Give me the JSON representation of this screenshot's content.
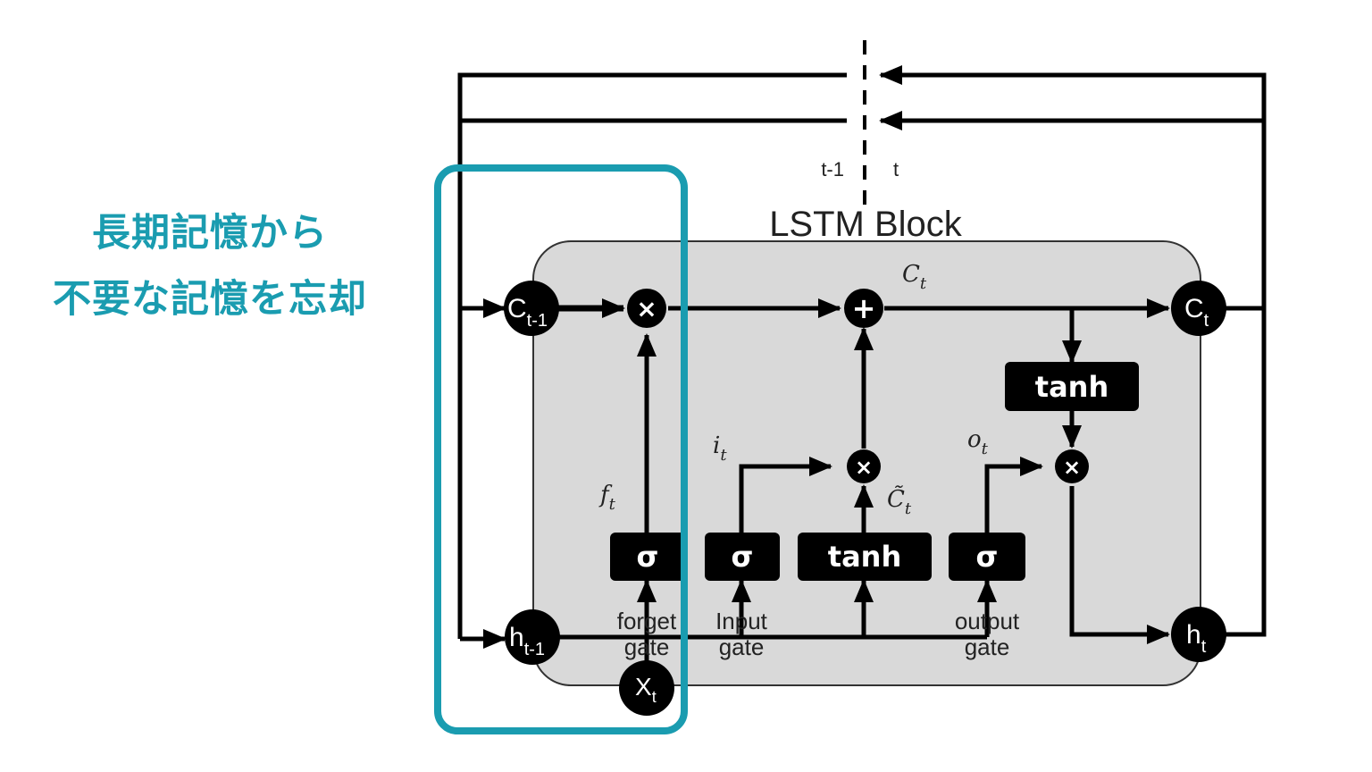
{
  "caption": {
    "line1": "長期記憶から",
    "line2": "不要な記憶を忘却",
    "color": "#1a9cb0"
  },
  "diagram": {
    "block_title": "LSTM Block",
    "time_prev": "t-1",
    "time_curr": "t",
    "ops": {
      "multiply": "×",
      "add": "+"
    },
    "boxes": {
      "sigma_forget": "σ",
      "sigma_input": "σ",
      "tanh_candidate": "tanh",
      "sigma_output": "σ",
      "tanh_cell": "tanh"
    },
    "gate_labels": {
      "forget": [
        "forget",
        "gate"
      ],
      "input": [
        "Input",
        "gate"
      ],
      "output": [
        "output",
        "gate"
      ]
    },
    "nodes": {
      "c_prev": {
        "base": "C",
        "sub": "t-1"
      },
      "h_prev": {
        "base": "h",
        "sub": "t-1"
      },
      "x_t": {
        "base": "X",
        "sub": "t"
      },
      "c_t": {
        "base": "C",
        "sub": "t"
      },
      "h_t": {
        "base": "h",
        "sub": "t"
      }
    },
    "symbols": {
      "ct_top": {
        "base": "C",
        "sub": "t"
      },
      "f_t": {
        "base": "f",
        "sub": "t"
      },
      "i_t": {
        "base": "i",
        "sub": "t"
      },
      "o_t": {
        "base": "o",
        "sub": "t"
      },
      "c_tilde": {
        "base": "C̃",
        "sub": "t"
      }
    },
    "colors": {
      "block_fill": "#d9d9d9",
      "ink": "#000000",
      "highlight": "#1a9cb0"
    }
  }
}
